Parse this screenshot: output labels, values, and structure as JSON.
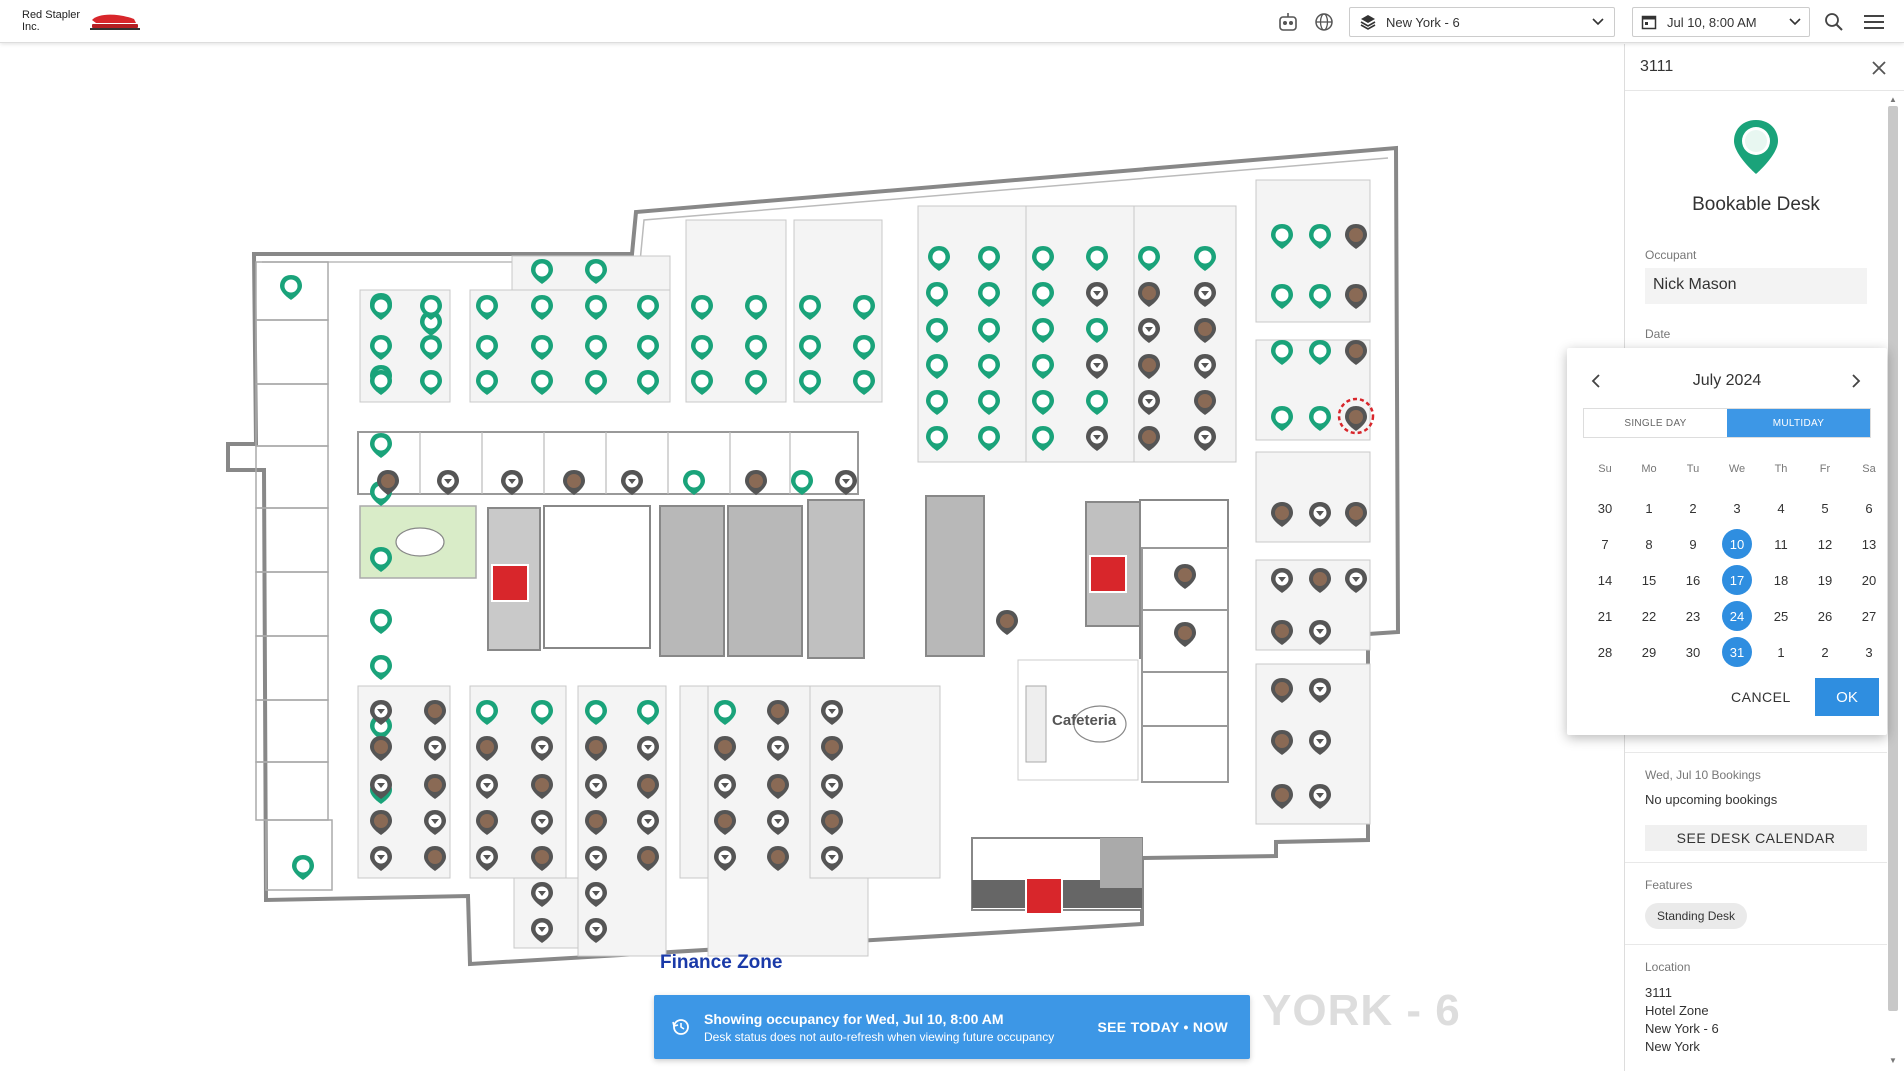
{
  "header": {
    "logo_line1": "Red Stapler",
    "logo_line2": "Inc.",
    "floor": "New York - 6",
    "date": "Jul 10, 8:00 AM",
    "icons": [
      "robot-icon",
      "globe-icon",
      "layers-icon",
      "calendar-icon",
      "search-icon",
      "menu-icon"
    ]
  },
  "map": {
    "finance_zone": "Finance Zone",
    "cafeteria": "Cafeteria",
    "watermark": "YORK - 6"
  },
  "banner": {
    "title": "Showing occupancy for Wed, Jul 10, 8:00 AM",
    "subtitle": "Desk status does not auto-refresh when viewing future occupancy",
    "action": "SEE TODAY • NOW"
  },
  "panel": {
    "title": "3111",
    "desk_type": "Bookable Desk",
    "occupant_label": "Occupant",
    "occupant": "Nick Mason",
    "date_label": "Date",
    "bookings_label": "Wed, Jul 10 Bookings",
    "bookings_none": "No upcoming bookings",
    "see_calendar": "SEE DESK CALENDAR",
    "features_label": "Features",
    "feature": "Standing Desk",
    "location_label": "Location",
    "location": [
      "3111",
      "Hotel Zone",
      "New York - 6",
      "New York"
    ],
    "accent": "#1aa37a"
  },
  "datepicker": {
    "month": "July 2024",
    "tab_single": "SINGLE DAY",
    "tab_multi": "MULTIDAY",
    "dow": [
      "Su",
      "Mo",
      "Tu",
      "We",
      "Th",
      "Fr",
      "Sa"
    ],
    "weeks": [
      [
        "30",
        "1",
        "2",
        "3",
        "4",
        "5",
        "6"
      ],
      [
        "7",
        "8",
        "9",
        "10",
        "11",
        "12",
        "13"
      ],
      [
        "14",
        "15",
        "16",
        "17",
        "18",
        "19",
        "20"
      ],
      [
        "21",
        "22",
        "23",
        "24",
        "25",
        "26",
        "27"
      ],
      [
        "28",
        "29",
        "30",
        "31",
        "1",
        "2",
        "3"
      ]
    ],
    "selected": [
      "10",
      "17",
      "24",
      "31"
    ],
    "cancel": "CANCEL",
    "ok": "OK",
    "accent": "#2f8ee0"
  }
}
